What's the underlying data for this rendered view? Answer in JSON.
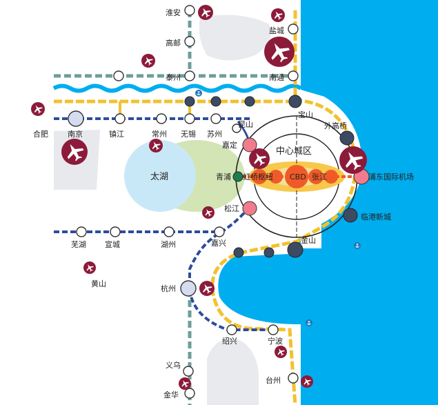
{
  "colors": {
    "sea": "#00ADEF",
    "lake": "#C9E8F7",
    "green_zone": "#D3E4B5",
    "yellow_line": "#F2C12E",
    "blue_line": "#2E4C9C",
    "teal_line": "#6E9E9A",
    "airport": "#8C1B3A",
    "ring": "#222222",
    "orange": "#F05A28",
    "pink_node": "#F07C8D",
    "dark_node": "#3D4A63",
    "green_node": "#1E7D4E"
  },
  "icons": {
    "airport": "airplane-icon",
    "port": "anchor-icon"
  },
  "labels": {
    "huaian": "淮安",
    "gaoyou": "高邮",
    "yancheng": "盐城",
    "taizhou_js": "泰州",
    "nantong": "南通",
    "hefei": "合肥",
    "nanjing": "南京",
    "zhenjiang": "镇江",
    "changzhou": "常州",
    "wuxi": "无锡",
    "suzhou": "苏州",
    "kunshan": "昆山",
    "baoshan": "宝山",
    "waigaoqiao": "外高桥",
    "jiading": "嘉定",
    "central_city": "中心城区",
    "taihu": "太湖",
    "qingpu": "青浦",
    "hongqiao_hub": "虹桥枢纽",
    "cbd": "CBD",
    "zhangjiang": "张江",
    "pudong_airport": "浦东国际机场",
    "songjiang": "松江",
    "lingang": "临港新城",
    "wuhu": "芜湖",
    "xuancheng": "宣城",
    "huzhou": "湖州",
    "jiaxing": "嘉兴",
    "jinshan": "金山",
    "huangshan": "黄山",
    "hangzhou": "杭州",
    "shaoxing": "绍兴",
    "ningbo": "宁波",
    "yiwu": "义乌",
    "jinhua": "金华",
    "taizhou_zj": "台州"
  }
}
